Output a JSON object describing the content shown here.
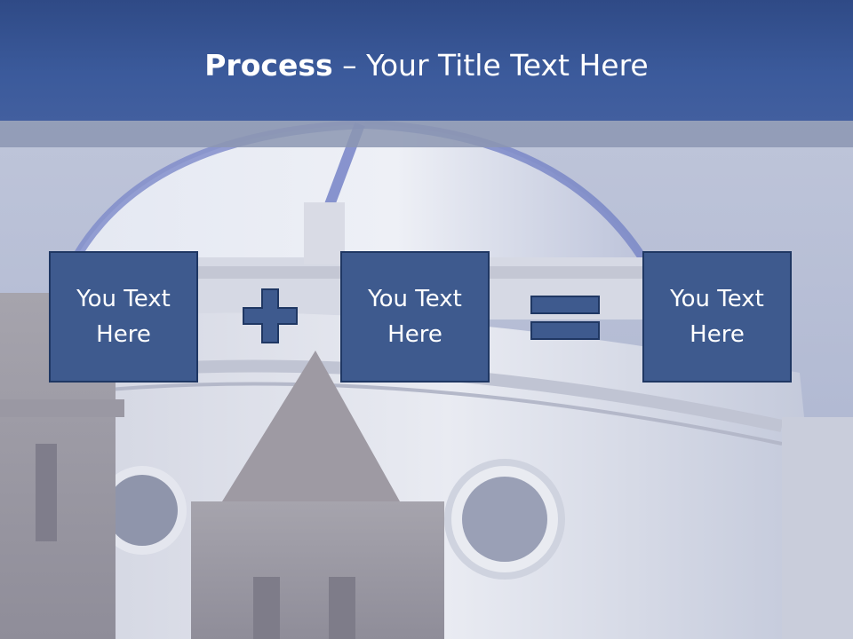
{
  "slide": {
    "title_bold": "Process",
    "title_rest": " – Your Title Text Here",
    "boxes": [
      {
        "label": "You Text Here"
      },
      {
        "label": "You Text Here"
      },
      {
        "label": "You Text Here"
      }
    ],
    "operators": [
      "plus-icon",
      "equals-icon"
    ]
  },
  "colors": {
    "header": "#3b5a9b",
    "box_fill": "#3e5a8e",
    "box_border": "#1f3763",
    "text": "#ffffff"
  }
}
